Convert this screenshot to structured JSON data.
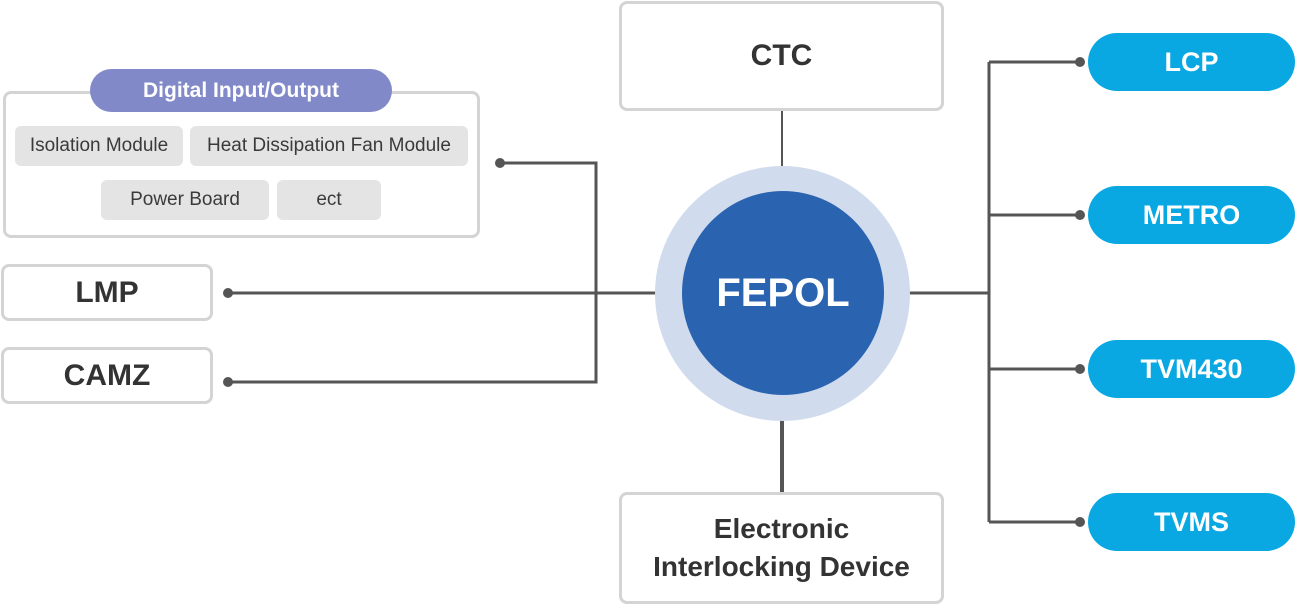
{
  "colors": {
    "line": "#555555",
    "box_border": "#d4d4d4",
    "center_core": "#2a64b0",
    "center_halo": "#d0dcee",
    "pill": "#09a8e3",
    "group_tag": "#8289c8",
    "chip_bg": "#e4e4e4"
  },
  "center": {
    "label": "FEPOL"
  },
  "top": {
    "label": "CTC"
  },
  "bottom": {
    "line1": "Electronic",
    "line2": "Interlocking Device"
  },
  "left_group": {
    "title": "Digital Input/Output",
    "modules": [
      "Isolation Module",
      "Heat Dissipation Fan Module",
      "Power Board",
      "ect"
    ]
  },
  "left_nodes": [
    "LMP",
    "CAMZ"
  ],
  "right_nodes": [
    "LCP",
    "METRO",
    "TVM430",
    "TVMS"
  ]
}
